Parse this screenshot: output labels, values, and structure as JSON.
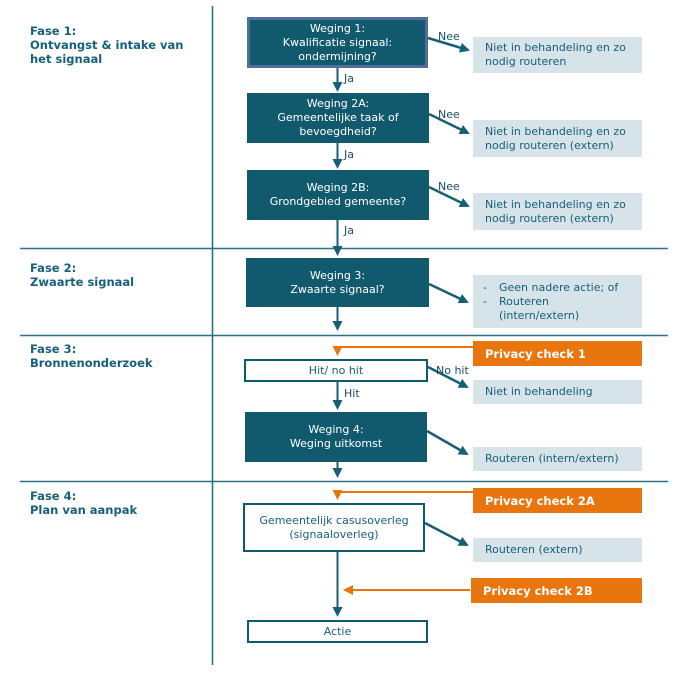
{
  "colors": {
    "teal": "#115a6e",
    "teal_text": "#16607a",
    "line_teal": "#175f74",
    "divider": "#2d7186",
    "light_box": "#d6e3e9",
    "orange": "#e8750e",
    "weging1_border": "#4f6e99"
  },
  "labels": {
    "ja": "Ja",
    "nee": "Nee",
    "hit": "Hit",
    "no_hit": "No hit",
    "bullet": "-"
  },
  "phases": [
    {
      "label": "Fase 1:\nOntvangst & intake van\nhet signaal"
    },
    {
      "label": "Fase 2:\nZwaarte signaal"
    },
    {
      "label": "Fase 3:\nBronnenonderzoek"
    },
    {
      "label": "Fase 4:\nPlan van aanpak"
    }
  ],
  "nodes": {
    "weging1": "Weging 1:\nKwalificatie signaal:\nondermijning?",
    "weging2a": "Weging 2A:\nGemeentelijke taak of\nbevoegdheid?",
    "weging2b": "Weging 2B:\nGrondgebied gemeente?",
    "weging3": "Weging 3:\nZwaarte signaal?",
    "hit_no_hit": "Hit/ no hit",
    "weging4": "Weging 4:\nWeging uitkomst",
    "casusoverleg": "Gemeentelijk casusoverleg\n(signaaloverleg)",
    "actie": "Actie"
  },
  "outcomes": {
    "niet_in_behandeling_routeren": "Niet in behandeling en zo\nnodig routeren",
    "niet_in_behandeling_routeren_extern_1": "Niet in behandeling en zo\nnodig routeren (extern)",
    "niet_in_behandeling_routeren_extern_2": "Niet in behandeling en zo\nnodig routeren (extern)",
    "zwaarte_opties": {
      "items": [
        "Geen nadere actie; of",
        "Routeren\n(intern/extern)"
      ]
    },
    "niet_in_behandeling": "Niet in behandeling",
    "routeren_intern_extern": "Routeren (intern/extern)",
    "routeren_extern": "Routeren (extern)"
  },
  "privacy_checks": [
    {
      "label": "Privacy check 1"
    },
    {
      "label": "Privacy check 2A"
    },
    {
      "label": "Privacy check 2B"
    }
  ]
}
